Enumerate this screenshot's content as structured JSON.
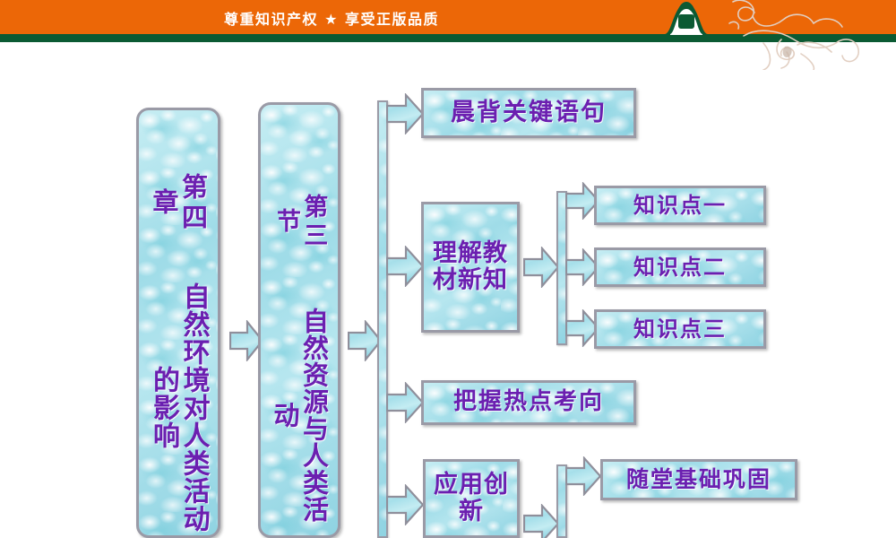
{
  "banner": {
    "title": "尊重知识产权 ★ 享受正版品质",
    "orange": "#ec6707",
    "green": "#0b5a33"
  },
  "theme": {
    "box_fill": "#aee3ec",
    "box_border": "#9a9aa6",
    "text_color": "#6b1fb0"
  },
  "flow": {
    "chapter": {
      "number_label": "第四章",
      "title_label": "自然环境对人类活动的影响"
    },
    "section": {
      "number_label": "第三节",
      "title_label": "自然资源与人类活动"
    },
    "branches": [
      {
        "label": "晨背关键语句"
      },
      {
        "label": "理解教材新知"
      },
      {
        "label": "把握热点考向"
      },
      {
        "label": "应用创新"
      }
    ],
    "knowledge_points": [
      {
        "label": "知识点一"
      },
      {
        "label": "知识点二"
      },
      {
        "label": "知识点三"
      }
    ],
    "practice": [
      {
        "label": "随堂基础巩固"
      }
    ]
  }
}
